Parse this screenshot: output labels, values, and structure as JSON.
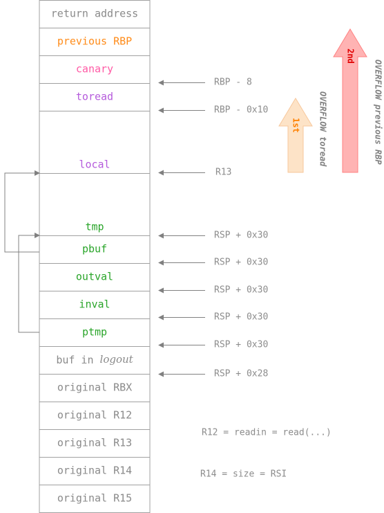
{
  "colors": {
    "border": "#a0a0a0",
    "gray_text": "#8a8a8a",
    "orange": "#ff8c1a",
    "pink": "#ff5aa5",
    "purple": "#b55bdc",
    "green": "#2aa52a",
    "pointer_line": "#808080",
    "arrow_first_fill": "#fde3c7",
    "arrow_first_stroke": "#f7c79b",
    "arrow_first_text": "#ff8000",
    "arrow_second_fill": "#ffb3b3",
    "arrow_second_stroke": "#ff8080",
    "arrow_second_text": "#e00000"
  },
  "stack": {
    "cells": [
      {
        "label": "return address",
        "color": "gray"
      },
      {
        "label": "previous RBP",
        "color": "orange"
      },
      {
        "label": "canary",
        "color": "pink"
      },
      {
        "label": "toread",
        "color": "purple"
      },
      {
        "label": "local",
        "color": "purple"
      },
      {
        "label": "tmp",
        "color": "green"
      },
      {
        "label": "pbuf",
        "color": "green"
      },
      {
        "label": "outval",
        "color": "green"
      },
      {
        "label": "inval",
        "color": "green"
      },
      {
        "label": "ptmp",
        "color": "green"
      },
      {
        "label": "buf in ",
        "label_italic": "logout",
        "color": "gray"
      },
      {
        "label": "original RBX",
        "color": "gray"
      },
      {
        "label": "original R12",
        "color": "gray"
      },
      {
        "label": "original R13",
        "color": "gray"
      },
      {
        "label": "original R14",
        "color": "gray"
      },
      {
        "label": "original R15",
        "color": "gray"
      }
    ]
  },
  "annotations": [
    {
      "text": "RBP - 8"
    },
    {
      "text": "RBP - 0x10"
    },
    {
      "text": "R13"
    },
    {
      "text": "RSP + 0x30"
    },
    {
      "text": "RSP + 0x30"
    },
    {
      "text": "RSP + 0x30"
    },
    {
      "text": "RSP + 0x30"
    },
    {
      "text": "RSP + 0x30"
    },
    {
      "text": "RSP + 0x28"
    }
  ],
  "notes": [
    {
      "text": "R12 = readin = read(...)"
    },
    {
      "text": "R14 = size = RSI"
    }
  ],
  "overflow": {
    "first": {
      "tag": "1st",
      "label": "OVERFLOW toread"
    },
    "second": {
      "tag": "2nd",
      "label": "OVERFLOW previous RBP"
    }
  }
}
